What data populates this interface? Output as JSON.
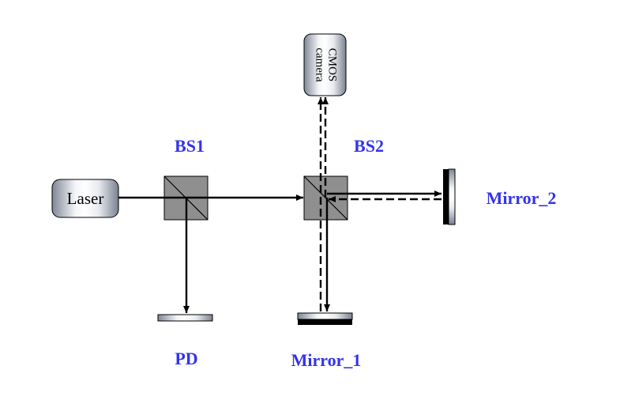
{
  "components": {
    "laser": {
      "label": "Laser"
    },
    "camera": {
      "label_line1": "CMOS",
      "label_line2": "camera"
    },
    "bs1": {
      "label": "BS1"
    },
    "bs2": {
      "label": "BS2"
    },
    "pd": {
      "label": "PD"
    },
    "mirror_1": {
      "label": "Mirror_1"
    },
    "mirror_2": {
      "label": "Mirror_2"
    }
  },
  "colors": {
    "label": "#3333ee",
    "beam": "#000000",
    "splitter_fill": "#8f8f8f",
    "metal_dark": "#7f8796",
    "metal_light": "#f4f5f8"
  }
}
